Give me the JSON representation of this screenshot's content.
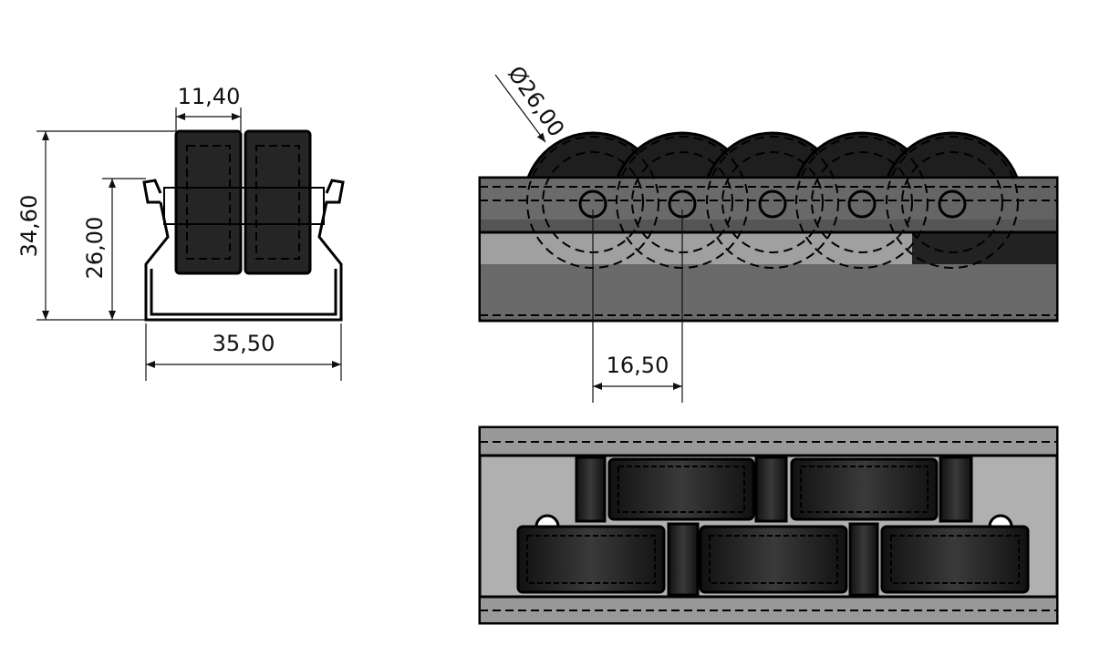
{
  "drawing": {
    "dimensions": {
      "roller_width": "11,40",
      "overall_height": "34,60",
      "frame_height": "26,00",
      "overall_width": "35,50",
      "roller_diameter": "Ø26,00",
      "roller_pitch": "16,50"
    },
    "views": [
      "end-view",
      "side-view",
      "top-view"
    ],
    "colors": {
      "line": "#000000",
      "roller": "#1e1e1e",
      "rail_light": "#a8a8a8",
      "rail_dark": "#5a5a5a"
    }
  }
}
